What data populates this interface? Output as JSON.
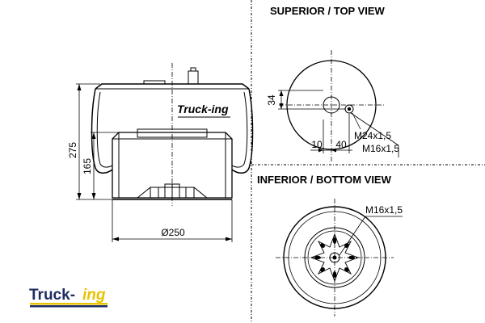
{
  "views": {
    "top_title": "SUPERIOR / TOP VIEW",
    "bottom_title": "INFERIOR / BOTTOM VIEW"
  },
  "side_view": {
    "height_total": "275",
    "height_piston": "165",
    "diameter": "Ø250",
    "body_brand": "Truck-ing"
  },
  "top_view": {
    "offset_vertical": "34",
    "offset_small": "10",
    "offset_large": "40",
    "thread_main": "M24x1,5",
    "thread_secondary": "M16x1,5"
  },
  "bottom_view": {
    "thread": "M16x1,5"
  },
  "logo": {
    "text": "Truck-ing",
    "colors": {
      "truck": "#1f2c63",
      "ing": "#e9c200",
      "underline_top": "#e9c200",
      "underline_bottom": "#1f2c63"
    }
  }
}
